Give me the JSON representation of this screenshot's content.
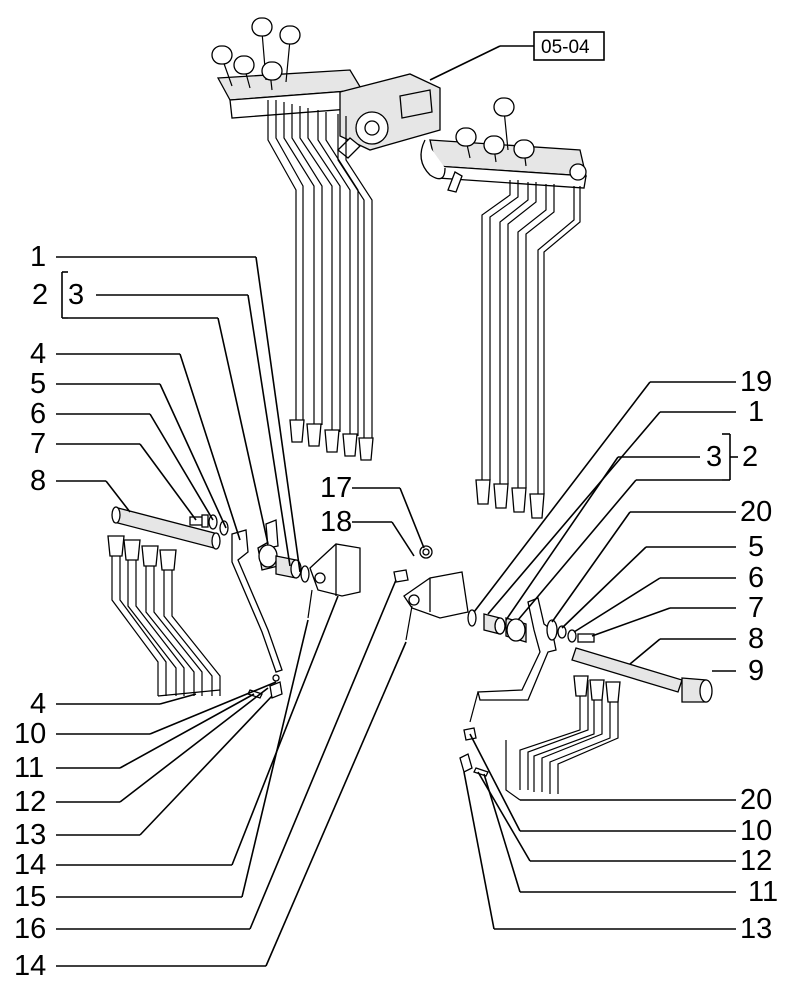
{
  "reference": "05-04",
  "left_labels": [
    "1",
    "2",
    "3",
    "4",
    "5",
    "6",
    "7",
    "8",
    "4",
    "10",
    "11",
    "12",
    "13",
    "14",
    "15",
    "16",
    "14"
  ],
  "right_labels": [
    "17",
    "18",
    "19",
    "1",
    "3",
    "2",
    "20",
    "5",
    "6",
    "7",
    "8",
    "9",
    "20",
    "10",
    "12",
    "11",
    "13"
  ]
}
